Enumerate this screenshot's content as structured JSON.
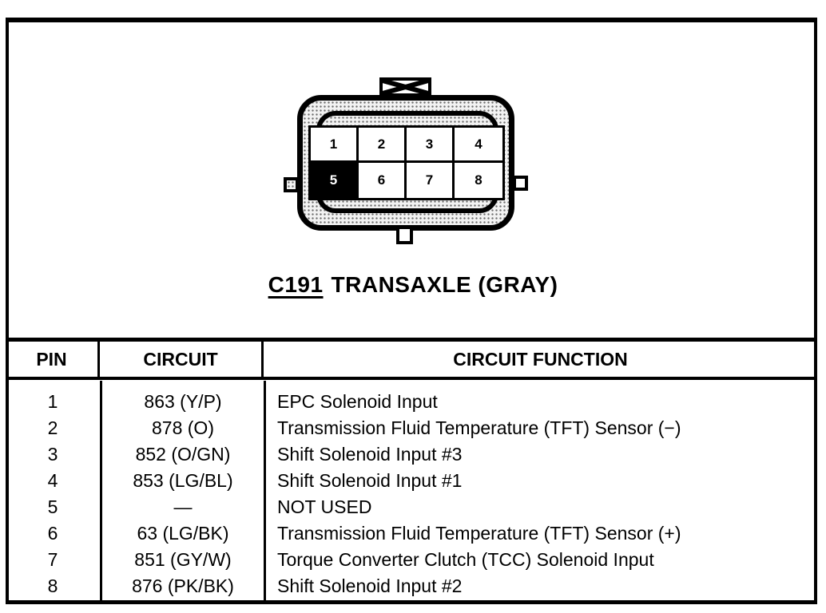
{
  "page": {
    "title_code": "C191",
    "title_rest": "TRANSAXLE (GRAY)"
  },
  "connector": {
    "pins": [
      "1",
      "2",
      "3",
      "4",
      "5",
      "6",
      "7",
      "8"
    ],
    "blocked_pin": "5"
  },
  "table": {
    "headers": {
      "pin": "PIN",
      "circuit": "CIRCUIT",
      "function": "CIRCUIT FUNCTION"
    },
    "rows": [
      {
        "pin": "1",
        "circuit": "863 (Y/P)",
        "function": "EPC Solenoid Input"
      },
      {
        "pin": "2",
        "circuit": "878 (O)",
        "function": "Transmission Fluid Temperature (TFT) Sensor (−)"
      },
      {
        "pin": "3",
        "circuit": "852 (O/GN)",
        "function": "Shift Solenoid Input #3"
      },
      {
        "pin": "4",
        "circuit": "853 (LG/BL)",
        "function": "Shift Solenoid Input #1"
      },
      {
        "pin": "5",
        "circuit": "—",
        "function": "NOT USED"
      },
      {
        "pin": "6",
        "circuit": "63 (LG/BK)",
        "function": "Transmission Fluid Temperature (TFT) Sensor (+)"
      },
      {
        "pin": "7",
        "circuit": "851 (GY/W)",
        "function": "Torque Converter Clutch (TCC) Solenoid Input"
      },
      {
        "pin": "8",
        "circuit": "876 (PK/BK)",
        "function": "Shift Solenoid Input #2"
      }
    ]
  },
  "colors": {
    "ink": "#000000",
    "paper": "#ffffff"
  }
}
